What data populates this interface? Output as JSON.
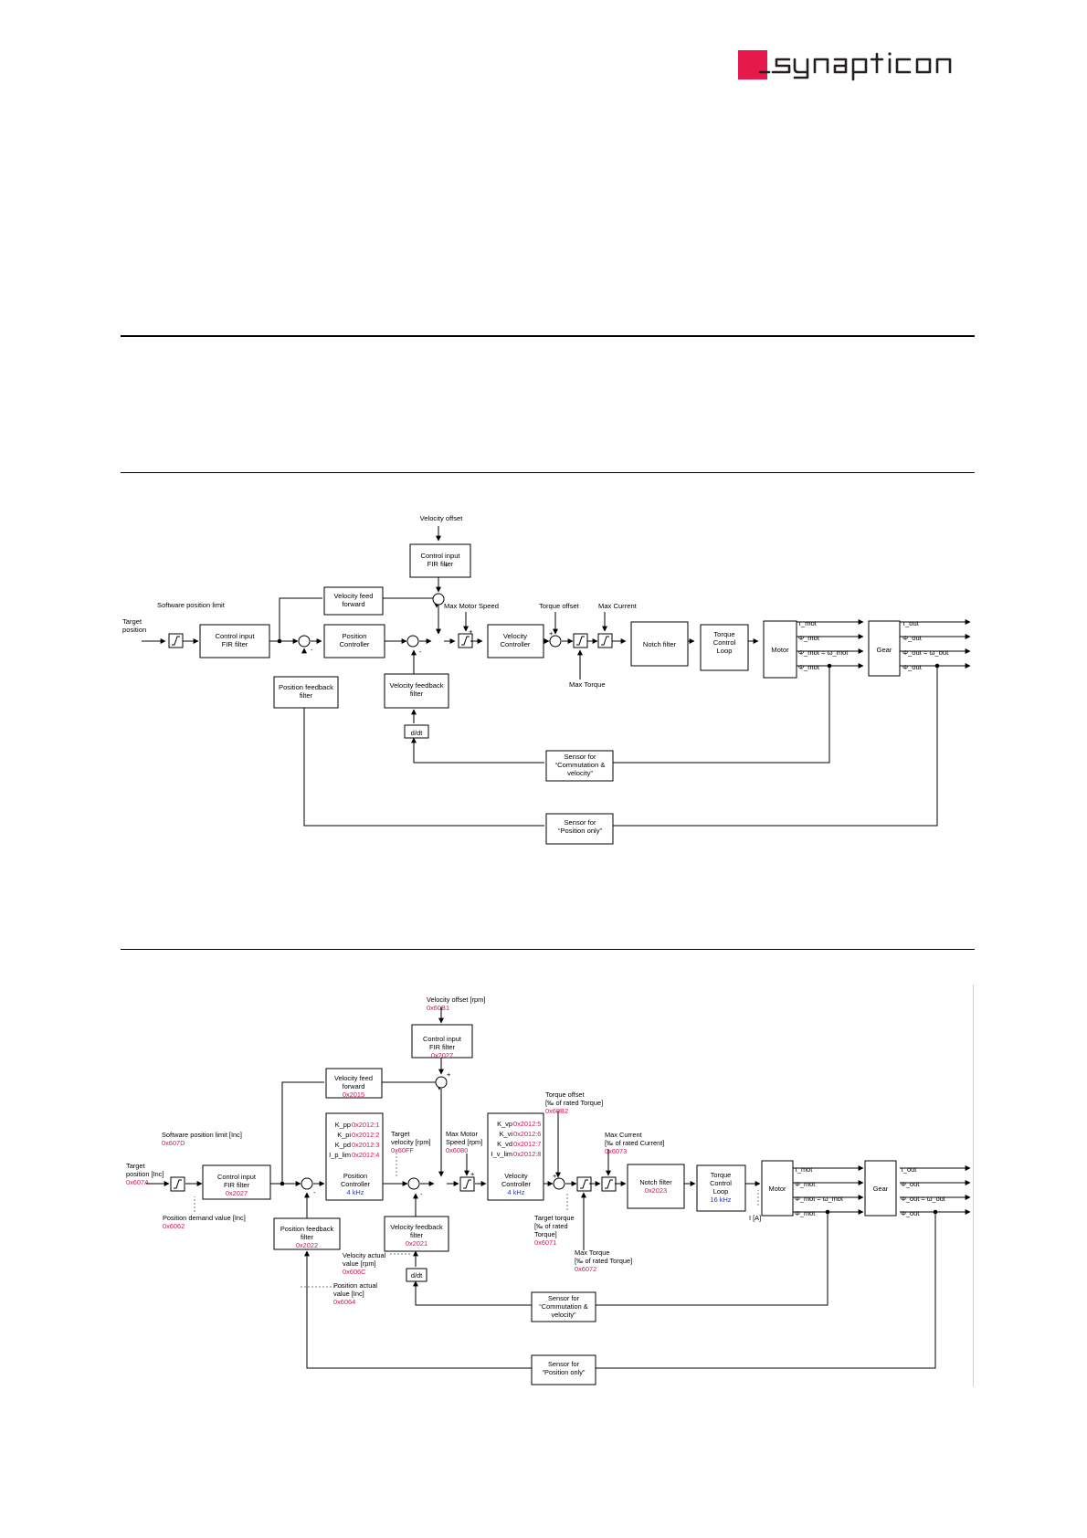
{
  "logo": {
    "text": "synapticon",
    "accent": "#e6194b"
  },
  "diagram1": {
    "labels": {
      "velocity_offset": "Velocity offset",
      "control_input_fir_top": [
        "Control input",
        "FIR filter"
      ],
      "software_position_limit": "Software position limit",
      "target_position": [
        "Target",
        "position"
      ],
      "control_input_fir_left": [
        "Control input",
        "FIR filter"
      ],
      "velocity_feed_forward": [
        "Velocity feed",
        "forward"
      ],
      "position_controller": [
        "Position",
        "Controller"
      ],
      "max_motor_speed": "Max Motor Speed",
      "velocity_controller": [
        "Velocity",
        "Controller"
      ],
      "torque_offset": "Torque offset",
      "max_current": "Max Current",
      "max_torque": "Max Torque",
      "notch_filter": "Notch filter",
      "torque_control_loop": [
        "Torque",
        "Control",
        "Loop"
      ],
      "motor": "Motor",
      "gear": "Gear",
      "tau_mot": "τ_mot",
      "phi_mot1": "Φ_mot",
      "phi_mot_eq": "Φ_mot = ω_mot",
      "phi_mot2": "Φ_mot",
      "tau_out": "τ_out",
      "phi_out1": "Φ_out",
      "phi_out_eq": "Φ_out = ω_out",
      "phi_out2": "Φ_out",
      "position_feedback_filter": [
        "Position feedback",
        "filter"
      ],
      "velocity_feedback_filter": [
        "Velocity feedback",
        "filter"
      ],
      "ddt": "d/dt",
      "sensor_commutation": [
        "Sensor for",
        "“Commutation &",
        "velocity”"
      ],
      "sensor_position": [
        "Sensor for",
        "“Position only”"
      ],
      "plus": "+",
      "minus": "-"
    }
  },
  "diagram2": {
    "labels": {
      "velocity_offset": "Velocity offset [rpm]",
      "velocity_offset_id": "0x60B1",
      "control_input_fir_top": [
        "Control input",
        "FIR filter"
      ],
      "control_input_fir_top_id": "0x2027",
      "velocity_feed_forward": [
        "Velocity feed",
        "forward"
      ],
      "velocity_feed_forward_id": "0x2015",
      "software_position_limit": "Software position limit [Inc]",
      "software_position_limit_id": "0x607D",
      "target_position": [
        "Target",
        "position [Inc]"
      ],
      "target_position_id": "0x607A",
      "control_input_fir_left": [
        "Control input",
        "FIR filter"
      ],
      "control_input_fir_left_id": "0x2027",
      "position_demand": "Position demand value [Inc]",
      "position_demand_id": "0x6062",
      "pos_params": [
        {
          "name": "K_pp",
          "id": "0x2012:1"
        },
        {
          "name": "K_pi",
          "id": "0x2012:2"
        },
        {
          "name": "K_pd",
          "id": "0x2012:3"
        },
        {
          "name": "I_p_lim",
          "id": "0x2012:4"
        }
      ],
      "position_controller": [
        "Position",
        "Controller"
      ],
      "position_controller_freq": "4 kHz",
      "target_velocity": [
        "Target",
        "velocity [rpm]"
      ],
      "target_velocity_id": "0x60FF",
      "max_motor_speed": [
        "Max Motor",
        "Speed [rpm]"
      ],
      "max_motor_speed_id": "0x6080",
      "vel_params": [
        {
          "name": "K_vp",
          "id": "0x2012:5"
        },
        {
          "name": "K_vi",
          "id": "0x2012:6"
        },
        {
          "name": "K_vd",
          "id": "0x2012:7"
        },
        {
          "name": "I_v_lim",
          "id": "0x2012:8"
        }
      ],
      "velocity_controller": [
        "Velocity",
        "Controller"
      ],
      "velocity_controller_freq": "4 kHz",
      "torque_offset": [
        "Torque offset",
        "[‰ of rated Torque]"
      ],
      "torque_offset_id": "0x60B2",
      "max_current": [
        "Max Current",
        "[‰ of rated Current]"
      ],
      "max_current_id": "0x6073",
      "target_torque": [
        "Target torque",
        "[‰ of rated",
        "Torque]"
      ],
      "target_torque_id": "0x6071",
      "max_torque": [
        "Max Torque",
        "[‰ of rated Torque]"
      ],
      "max_torque_id": "0x6072",
      "notch_filter": "Notch filter",
      "notch_filter_id": "0x2023",
      "torque_control_loop": [
        "Torque",
        "Control",
        "Loop"
      ],
      "torque_control_loop_freq": "16 kHz",
      "current_label": "I [A]",
      "motor": "Motor",
      "gear": "Gear",
      "tau_mot": "τ_mot",
      "phi_mot1": "Φ_mot",
      "phi_mot_eq": "Φ_mot = ω_mot",
      "phi_mot2": "Φ_mot",
      "tau_out": "τ_out",
      "phi_out1": "Φ_out",
      "phi_out_eq": "Φ_out = ω_out",
      "phi_out2": "Φ_out",
      "position_feedback_filter": [
        "Position feedback",
        "filter"
      ],
      "position_feedback_filter_id": "0x2022",
      "velocity_feedback_filter": [
        "Velocity feedback",
        "filter"
      ],
      "velocity_feedback_filter_id": "0x2021",
      "velocity_actual": [
        "Velocity actual",
        "value [rpm]"
      ],
      "velocity_actual_id": "0x606C",
      "position_actual": [
        "Position actual",
        "value [Inc]"
      ],
      "position_actual_id": "0x6064",
      "ddt": "d/dt",
      "sensor_commutation": [
        "Sensor for",
        "“Commutation &",
        "velocity”"
      ],
      "sensor_position": [
        "Sensor for",
        "“Position only”"
      ],
      "plus": "+",
      "minus": "-"
    }
  },
  "colors": {
    "id": "#d2155a",
    "freq": "#1f35c8",
    "line": "#000000"
  }
}
